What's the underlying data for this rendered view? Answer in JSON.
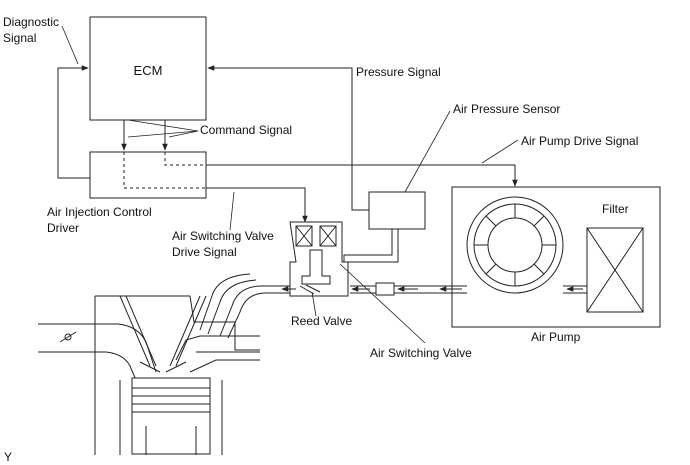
{
  "diagram": {
    "labels": {
      "diagnostic_signal_1": "Diagnostic",
      "diagnostic_signal_2": "Signal",
      "ecm": "ECM",
      "pressure_signal": "Pressure Signal",
      "air_pressure_sensor": "Air Pressure Sensor",
      "command_signal": "Command Signal",
      "air_pump_drive_signal": "Air Pump Drive Signal",
      "filter": "Filter",
      "aic_driver_1": "Air Injection Control",
      "aic_driver_2": "Driver",
      "asv_drive_signal_1": "Air Switching Valve",
      "asv_drive_signal_2": "Drive Signal",
      "reed_valve": "Reed Valve",
      "air_switching_valve": "Air Switching Valve",
      "air_pump": "Air Pump",
      "corner_mark": "Y"
    }
  }
}
